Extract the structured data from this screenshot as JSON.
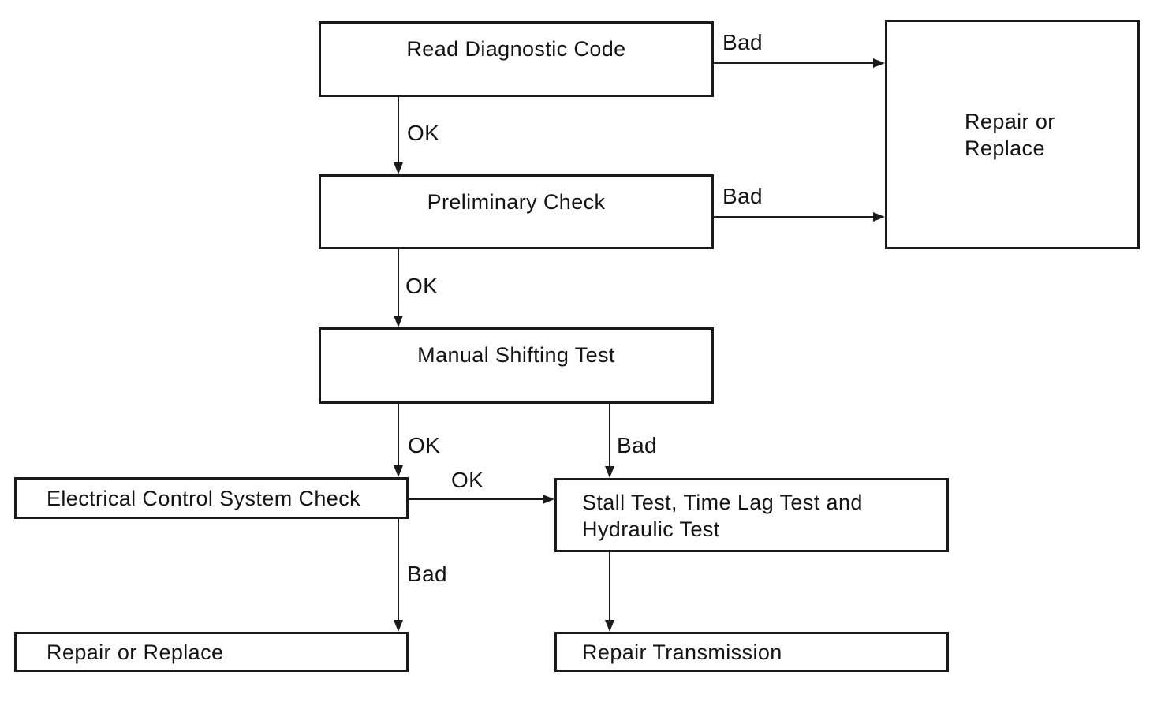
{
  "diagram": {
    "type": "flowchart",
    "description": "Transmission diagnostic procedure flowchart",
    "nodes": {
      "read_diagnostic_code": {
        "label": "Read Diagnostic Code"
      },
      "repair_or_replace": {
        "label": "Repair or Replace"
      },
      "preliminary_check": {
        "label": "Preliminary Check"
      },
      "manual_shifting_test": {
        "label": "Manual Shifting Test"
      },
      "electrical_control_system_check": {
        "label": "Electrical Control System Check"
      },
      "stall_test_time_lag_test_and_hydraulic_test": {
        "label": "Stall Test, Time Lag Test and Hydraulic Test"
      },
      "repair_or_replace_2": {
        "label": "Repair or Replace"
      },
      "repair_transmission": {
        "label": "Repair Transmission"
      }
    },
    "edges": [
      {
        "from": "read_diagnostic_code",
        "to": "repair_or_replace",
        "label": "Bad"
      },
      {
        "from": "read_diagnostic_code",
        "to": "preliminary_check",
        "label": "OK"
      },
      {
        "from": "preliminary_check",
        "to": "repair_or_replace",
        "label": "Bad"
      },
      {
        "from": "preliminary_check",
        "to": "manual_shifting_test",
        "label": "OK"
      },
      {
        "from": "manual_shifting_test",
        "to": "electrical_control_system_check",
        "label": "OK"
      },
      {
        "from": "manual_shifting_test",
        "to": "stall_test_time_lag_test_and_hydraulic_test",
        "label": "Bad"
      },
      {
        "from": "electrical_control_system_check",
        "to": "stall_test_time_lag_test_and_hydraulic_test",
        "label": "OK"
      },
      {
        "from": "electrical_control_system_check",
        "to": "repair_or_replace_2",
        "label": "Bad"
      },
      {
        "from": "stall_test_time_lag_test_and_hydraulic_test",
        "to": "repair_transmission",
        "label": ""
      }
    ],
    "colors": {
      "background": "#ffffff",
      "line": "#1a1a1a",
      "text": "#141414"
    }
  }
}
